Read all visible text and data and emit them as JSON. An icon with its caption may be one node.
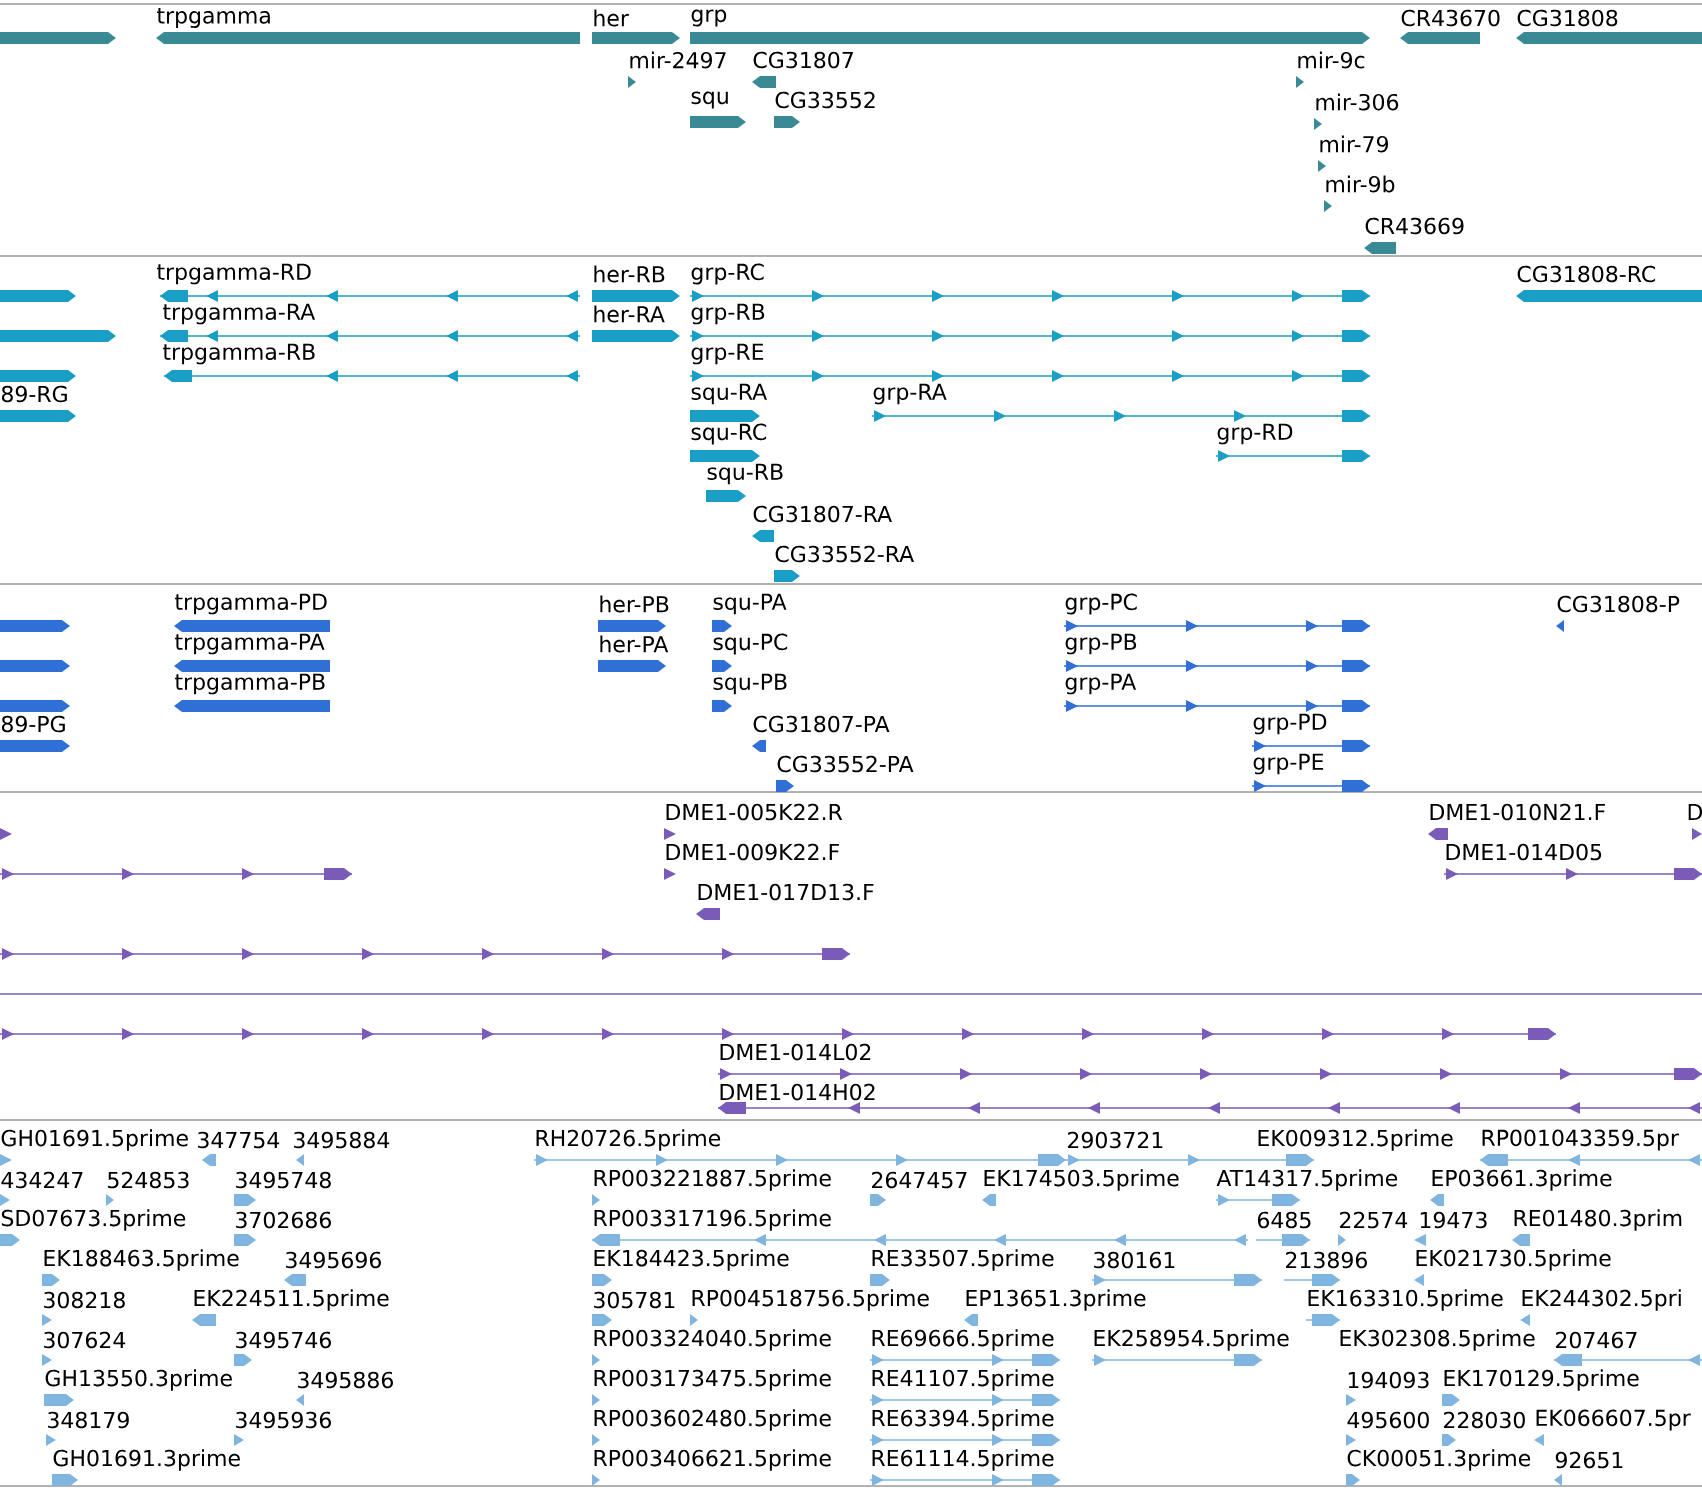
{
  "diagram": {
    "nodes": [
      {
        "text": [
          "trpgamma"
        ]
      },
      {
        "text": [
          "her"
        ]
      },
      {
        "text": [
          "grp"
        ]
      },
      {
        "text": [
          "CR43670"
        ]
      },
      {
        "text": [
          "CG31808"
        ]
      },
      {
        "text": [
          "mir-2497"
        ]
      },
      {
        "text": [
          "CG31807"
        ]
      },
      {
        "text": [
          "squ"
        ]
      },
      {
        "text": [
          "CG33552"
        ]
      },
      {
        "text": [
          "mir-9c"
        ]
      },
      {
        "text": [
          "mir-306"
        ]
      },
      {
        "text": [
          "mir-79"
        ]
      },
      {
        "text": [
          "mir-9b"
        ]
      },
      {
        "text": [
          "CR43669"
        ]
      },
      {
        "text": [],
        "shape": "bar"
      },
      {
        "text": [
          "trpgamma-RD"
        ]
      },
      {
        "text": [
          "trpgamma-RA"
        ]
      },
      {
        "text": [
          "trpgamma-RB"
        ]
      },
      {
        "text": [
          "her-RB"
        ]
      },
      {
        "text": [
          "her-RA"
        ]
      },
      {
        "text": [
          "grp-RC"
        ]
      },
      {
        "text": [
          "grp-RB"
        ]
      },
      {
        "text": [
          "grp-RE"
        ]
      },
      {
        "text": [
          "squ-RA"
        ]
      },
      {
        "text": [
          "grp-RA"
        ]
      },
      {
        "text": [
          "squ-RC"
        ]
      },
      {
        "text": [
          "grp-RD"
        ]
      },
      {
        "text": [
          "squ-RB"
        ]
      },
      {
        "text": [
          "CG31807-RA"
        ]
      },
      {
        "text": [
          "CG33552-RA"
        ]
      },
      {
        "text": [
          "CG31808-RC"
        ]
      },
      {
        "text": [
          "89-RG"
        ]
      },
      {
        "text": [],
        "shape": "bar"
      },
      {
        "text": [],
        "shape": "bar"
      },
      {
        "text": [],
        "shape": "bar"
      },
      {
        "text": [
          "trpgamma-PD"
        ]
      },
      {
        "text": [
          "trpgamma-PA"
        ]
      },
      {
        "text": [
          "trpgamma-PB"
        ]
      },
      {
        "text": [
          "her-PB"
        ]
      },
      {
        "text": [
          "her-PA"
        ]
      },
      {
        "text": [
          "squ-PA"
        ]
      },
      {
        "text": [
          "squ-PC"
        ]
      },
      {
        "text": [
          "squ-PB"
        ]
      },
      {
        "text": [
          "CG31807-PA"
        ]
      },
      {
        "text": [
          "CG33552-PA"
        ]
      },
      {
        "text": [
          "grp-PC"
        ]
      },
      {
        "text": [
          "grp-PB"
        ]
      },
      {
        "text": [
          "grp-PA"
        ]
      },
      {
        "text": [
          "grp-PD"
        ]
      },
      {
        "text": [
          "grp-PE"
        ]
      },
      {
        "text": [
          "CG31808-P"
        ]
      },
      {
        "text": [
          "89-PG"
        ]
      },
      {
        "text": [],
        "shape": "bar"
      },
      {
        "text": [],
        "shape": "bar"
      },
      {
        "text": [],
        "shape": "bar"
      },
      {
        "text": [
          "DME1-005K22.R"
        ]
      },
      {
        "text": [
          "DME1-009K22.F"
        ]
      },
      {
        "text": [
          "DME1-017D13.F"
        ]
      },
      {
        "text": [
          "DME1-010N21.F"
        ]
      },
      {
        "text": [
          "D"
        ]
      },
      {
        "text": [
          "DME1-014D05"
        ]
      },
      {
        "text": [
          "DME1-014L02"
        ]
      },
      {
        "text": [
          "DME1-014H02"
        ]
      },
      {
        "text": [],
        "shape": "bar"
      },
      {
        "text": [],
        "shape": "bar"
      },
      {
        "text": [],
        "shape": "bar"
      },
      {
        "text": [],
        "shape": "bar"
      },
      {
        "text": [],
        "shape": "bar"
      },
      {
        "text": [
          "GH01691.5prime"
        ]
      },
      {
        "text": [
          "347754"
        ]
      },
      {
        "text": [
          "3495884"
        ]
      },
      {
        "text": [
          "434247"
        ]
      },
      {
        "text": [
          "524853"
        ]
      },
      {
        "text": [
          "3495748"
        ]
      },
      {
        "text": [
          "SD07673.5prime"
        ]
      },
      {
        "text": [
          "3702686"
        ]
      },
      {
        "text": [
          "EK188463.5prime"
        ]
      },
      {
        "text": [
          "3495696"
        ]
      },
      {
        "text": [
          "308218"
        ]
      },
      {
        "text": [
          "EK224511.5prime"
        ]
      },
      {
        "text": [
          "307624"
        ]
      },
      {
        "text": [
          "3495746"
        ]
      },
      {
        "text": [
          "GH13550.3prime"
        ]
      },
      {
        "text": [
          "3495886"
        ]
      },
      {
        "text": [
          "348179"
        ]
      },
      {
        "text": [
          "3495936"
        ]
      },
      {
        "text": [
          "GH01691.3prime"
        ]
      },
      {
        "text": [
          "RH20726.5prime"
        ]
      },
      {
        "text": [
          "RP003221887.5prime"
        ]
      },
      {
        "text": [
          "RP003317196.5prime"
        ]
      },
      {
        "text": [
          "EK184423.5prime"
        ]
      },
      {
        "text": [
          "305781"
        ]
      },
      {
        "text": [
          "RP004518756.5prime"
        ]
      },
      {
        "text": [
          "RP003324040.5prime"
        ]
      },
      {
        "text": [
          "RP003173475.5prime"
        ]
      },
      {
        "text": [
          "RP003602480.5prime"
        ]
      },
      {
        "text": [
          "RP003406621.5prime"
        ]
      },
      {
        "text": [
          "2903721"
        ]
      },
      {
        "text": [
          "2647457"
        ]
      },
      {
        "text": [
          "EK174503.5prime"
        ]
      },
      {
        "text": [
          "AT14317.5prime"
        ]
      },
      {
        "text": [
          "6485"
        ]
      },
      {
        "text": [
          "RE33507.5prime"
        ]
      },
      {
        "text": [
          "380161"
        ]
      },
      {
        "text": [
          "213896"
        ]
      },
      {
        "text": [
          "EP13651.3prime"
        ]
      },
      {
        "text": [
          "EK163310.5prime"
        ]
      },
      {
        "text": [
          "RE69666.5prime"
        ]
      },
      {
        "text": [
          "EK258954.5prime"
        ]
      },
      {
        "text": [
          "EK302308.5prime"
        ]
      },
      {
        "text": [
          "RE41107.5prime"
        ]
      },
      {
        "text": [
          "194093"
        ]
      },
      {
        "text": [
          "EK170129.5prime"
        ]
      },
      {
        "text": [
          "RE63394.5prime"
        ]
      },
      {
        "text": [
          "495600"
        ]
      },
      {
        "text": [
          "228030"
        ]
      },
      {
        "text": [
          "EK066607.5pr"
        ]
      },
      {
        "text": [
          "RE61114.5prime"
        ]
      },
      {
        "text": [
          "CK00051.3prime"
        ]
      },
      {
        "text": [
          "92651"
        ]
      },
      {
        "text": [
          "EK009312.5prime"
        ]
      },
      {
        "text": [
          "RP001043359.5pr"
        ]
      },
      {
        "text": [
          "EP03661.3prime"
        ]
      },
      {
        "text": [
          "22574"
        ]
      },
      {
        "text": [
          "19473"
        ]
      },
      {
        "text": [
          "RE01480.3prim"
        ]
      },
      {
        "text": [
          "EK021730.5prime"
        ]
      },
      {
        "text": [
          "EK244302.5pri"
        ]
      },
      {
        "text": [
          "207467"
        ]
      }
    ]
  }
}
